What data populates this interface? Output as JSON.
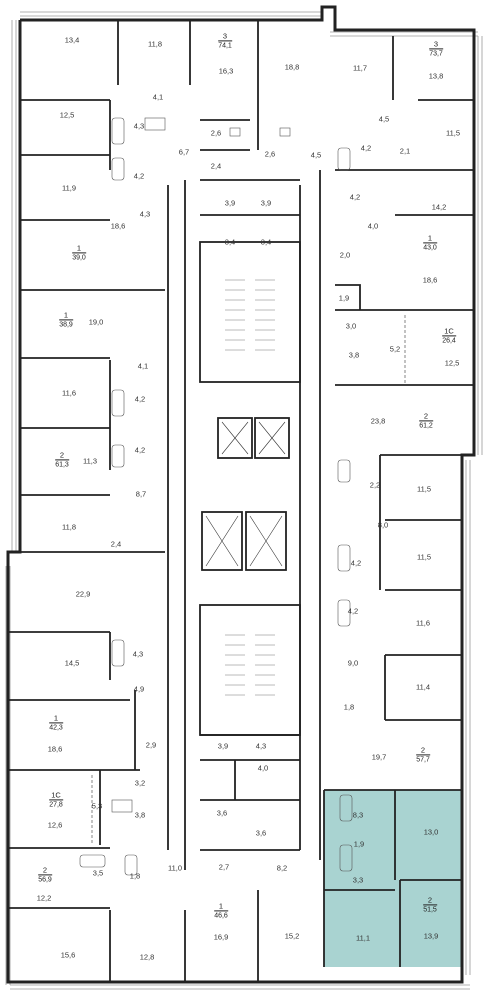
{
  "rooms": [
    {
      "id": "r1",
      "text": "13,4"
    },
    {
      "id": "r2",
      "text": "11,8"
    },
    {
      "id": "r3",
      "text": "16,3"
    },
    {
      "id": "r4",
      "text": "18,8"
    },
    {
      "id": "r5",
      "text": "11,7"
    },
    {
      "id": "r6",
      "text": "13,8"
    },
    {
      "id": "r7",
      "text": "4,1"
    },
    {
      "id": "r8",
      "text": "12,5"
    },
    {
      "id": "r9",
      "text": "4,3"
    },
    {
      "id": "r10",
      "text": "2,6"
    },
    {
      "id": "r11",
      "text": "6,7"
    },
    {
      "id": "r12",
      "text": "2,6"
    },
    {
      "id": "r13",
      "text": "4,5"
    },
    {
      "id": "r14",
      "text": "4,5"
    },
    {
      "id": "r15",
      "text": "11,5"
    },
    {
      "id": "r16",
      "text": "4,2"
    },
    {
      "id": "r17",
      "text": "2,4"
    },
    {
      "id": "r18",
      "text": "4,2"
    },
    {
      "id": "r19",
      "text": "2,1"
    },
    {
      "id": "r20",
      "text": "11,9"
    },
    {
      "id": "r21",
      "text": "3,9"
    },
    {
      "id": "r22",
      "text": "3,9"
    },
    {
      "id": "r23",
      "text": "4,2"
    },
    {
      "id": "r24",
      "text": "14,2"
    },
    {
      "id": "r25",
      "text": "4,3"
    },
    {
      "id": "r26",
      "text": "3,4"
    },
    {
      "id": "r27",
      "text": "3,4"
    },
    {
      "id": "r28",
      "text": "4,0"
    },
    {
      "id": "r29",
      "text": "18,6"
    },
    {
      "id": "r30",
      "text": "2,0"
    },
    {
      "id": "r31",
      "text": "18,6"
    },
    {
      "id": "r32",
      "text": "19,0"
    },
    {
      "id": "r33",
      "text": "1,9"
    },
    {
      "id": "r34",
      "text": "3,0"
    },
    {
      "id": "r35",
      "text": "5,2"
    },
    {
      "id": "r36",
      "text": "3,8"
    },
    {
      "id": "r37",
      "text": "12,5"
    },
    {
      "id": "r38",
      "text": "4,1"
    },
    {
      "id": "r39",
      "text": "11,6"
    },
    {
      "id": "r40",
      "text": "4,2"
    },
    {
      "id": "r41",
      "text": "23,8"
    },
    {
      "id": "r42",
      "text": "11,3"
    },
    {
      "id": "r43",
      "text": "4,2"
    },
    {
      "id": "r44",
      "text": "2,2"
    },
    {
      "id": "r45",
      "text": "11,5"
    },
    {
      "id": "r46",
      "text": "8,7"
    },
    {
      "id": "r47",
      "text": "8,0"
    },
    {
      "id": "r48",
      "text": "11,8"
    },
    {
      "id": "r49",
      "text": "11,5"
    },
    {
      "id": "r50",
      "text": "2,4"
    },
    {
      "id": "r51",
      "text": "4,2"
    },
    {
      "id": "r52",
      "text": "22,9"
    },
    {
      "id": "r53",
      "text": "4,2"
    },
    {
      "id": "r54",
      "text": "11,6"
    },
    {
      "id": "r55",
      "text": "14,5"
    },
    {
      "id": "r56",
      "text": "4,3"
    },
    {
      "id": "r57",
      "text": "9,0"
    },
    {
      "id": "r58",
      "text": "4,9"
    },
    {
      "id": "r59",
      "text": "11,4"
    },
    {
      "id": "r60",
      "text": "1,8"
    },
    {
      "id": "r61",
      "text": "18,6"
    },
    {
      "id": "r62",
      "text": "2,9"
    },
    {
      "id": "r63",
      "text": "3,9"
    },
    {
      "id": "r64",
      "text": "4,3"
    },
    {
      "id": "r65",
      "text": "19,7"
    },
    {
      "id": "r66",
      "text": "4,0"
    },
    {
      "id": "r67",
      "text": "3,2"
    },
    {
      "id": "r68",
      "text": "5,3"
    },
    {
      "id": "r69",
      "text": "3,8"
    },
    {
      "id": "r70",
      "text": "3,6"
    },
    {
      "id": "r71",
      "text": "3,6"
    },
    {
      "id": "r72",
      "text": "8,3"
    },
    {
      "id": "r73",
      "text": "13,0"
    },
    {
      "id": "r74",
      "text": "12,6"
    },
    {
      "id": "r75",
      "text": "1,9"
    },
    {
      "id": "r76",
      "text": "11,0"
    },
    {
      "id": "r77",
      "text": "2,7"
    },
    {
      "id": "r78",
      "text": "8,2"
    },
    {
      "id": "r79",
      "text": "3,3"
    },
    {
      "id": "r80",
      "text": "3,5"
    },
    {
      "id": "r81",
      "text": "1,8"
    },
    {
      "id": "r82",
      "text": "12,2"
    },
    {
      "id": "r83",
      "text": "11,1"
    },
    {
      "id": "r84",
      "text": "13,9"
    },
    {
      "id": "r85",
      "text": "15,6"
    },
    {
      "id": "r86",
      "text": "12,8"
    },
    {
      "id": "r87",
      "text": "16,9"
    },
    {
      "id": "r88",
      "text": "15,2"
    }
  ],
  "apartments": [
    {
      "id": "a1",
      "type": "3",
      "area": "74,1"
    },
    {
      "id": "a2",
      "type": "3",
      "area": "73,7"
    },
    {
      "id": "a3",
      "type": "1",
      "area": "39,0"
    },
    {
      "id": "a4",
      "type": "1",
      "area": "43,0"
    },
    {
      "id": "a5",
      "type": "1",
      "area": "38,9"
    },
    {
      "id": "a6",
      "type": "1С",
      "area": "26,4"
    },
    {
      "id": "a7",
      "type": "2",
      "area": "61,2"
    },
    {
      "id": "a8",
      "type": "2",
      "area": "61,3"
    },
    {
      "id": "a9",
      "type": "1",
      "area": "42,3"
    },
    {
      "id": "a10",
      "type": "2",
      "area": "57,7"
    },
    {
      "id": "a11",
      "type": "1С",
      "area": "27,8"
    },
    {
      "id": "a12",
      "type": "2",
      "area": "56,9"
    },
    {
      "id": "a13",
      "type": "2",
      "area": "51,5"
    },
    {
      "id": "a14",
      "type": "1",
      "area": "46,6"
    }
  ],
  "colors": {
    "wall": "#222222",
    "window": "#9a9a9a",
    "highlight": "#a9d3d1",
    "fixture": "#555555"
  }
}
